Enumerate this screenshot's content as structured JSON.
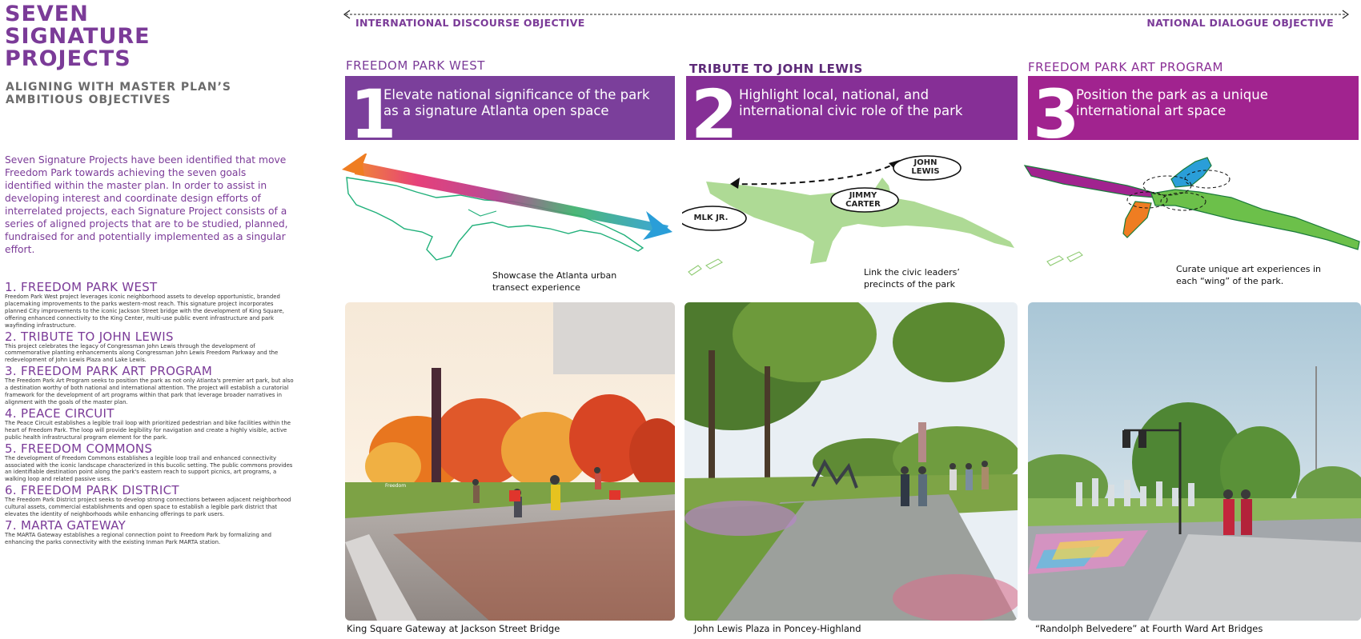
{
  "header": {
    "title": "SEVEN\nSIGNATURE\nPROJECTS",
    "subtitle": "ALIGNING WITH MASTER PLAN’S\nAMBITIOUS OBJECTIVES"
  },
  "intro": "Seven Signature Projects have been identified that move Freedom Park towards achieving the seven goals identified within the master plan.  In order to assist in developing interest and coordinate design efforts of interrelated projects, each Signature Project consists of a series of aligned projects that are to be studied, planned, fundraised for and potentially implemented as a singular effort.",
  "projects": [
    {
      "heading": "1. FREEDOM PARK WEST",
      "text": "Freedom Park West project leverages iconic neighborhood assets to develop opportunistic, branded placemaking improvements to the parks western-most reach. This signature project incorporates planned City improvements to the iconic Jackson Street bridge with the development of King Square, offering enhanced connectivity to the King Center, multi-use public event infrastructure and park wayfinding infrastructure."
    },
    {
      "heading": "2. TRIBUTE TO JOHN LEWIS",
      "text": "This project celebrates the legacy of Congressman John Lewis through the development of commemorative planting enhancements along Congressman John Lewis Freedom Parkway and the redevelopment of John Lewis Plaza and Lake Lewis."
    },
    {
      "heading": "3. FREEDOM PARK ART PROGRAM",
      "text": "The Freedom Park Art Program seeks to position the park as not only Atlanta's premier art park, but also a destination worthy of both national and international attention.  The project will establish a curatorial framework for the development of art programs within that park that leverage broader narratives in alignment with the goals of the master plan."
    },
    {
      "heading": " 4. PEACE CIRCUIT",
      "text": "The Peace Circuit establishes a legible trail loop with prioritized pedestrian and bike facilities within the heart of Freedom Park.  The loop will provide legibility for navigation and create a highly visible, active public health infrastructural program element for the park."
    },
    {
      "heading": "5. FREEDOM COMMONS",
      "text": "The development of Freedom Commons establishes a legible loop trail and enhanced connectivity associated with the iconic landscape characterized in this bucolic setting.  The public commons provides an identifiable destination point along the park's eastern reach to support picnics, art programs, a walking loop and related passive uses."
    },
    {
      "heading": "6. FREEDOM PARK DISTRICT",
      "text": "The Freedom Park District project seeks to develop strong connections between adjacent neighborhood cultural assets, commercial establishments and open space to establish a legible park district that elevates the identity of neighborhoods while enhancing offerings to park users."
    },
    {
      "heading": "7. MARTA GATEWAY",
      "text": "The MARTA Gateway establishes a regional connection point to Freedom Park by formalizing and enhancing the parks connectivity with the existing Inman Park MARTA station."
    }
  ],
  "objectives_axis": {
    "left_label": "INTERNATIONAL DISCOURSE OBJECTIVE",
    "right_label": "NATIONAL DIALOGUE OBJECTIVE"
  },
  "columns": [
    {
      "title": "FREEDOM PARK WEST",
      "number": "1",
      "objective": "Elevate national significance of the park as a signature Atlanta open space",
      "box_color": "#7b3f9b",
      "title_color": "#7b3b98",
      "diagram_caption": "Showcase the Atlanta urban\ntransect experience",
      "photo_caption": "King Square Gateway at Jackson Street Bridge",
      "photo_sign": "Freedom"
    },
    {
      "title": "TRIBUTE TO JOHN LEWIS",
      "number": "2",
      "objective": "Highlight local, national, and international civic role of the park",
      "box_color": "#862f96",
      "title_color": "#5d2a78",
      "diagram_caption": "Link the civic leaders’\nprecincts of the park",
      "diagram_labels": [
        "JOHN\nLEWIS",
        "JIMMY\nCARTER",
        "MLK JR."
      ],
      "photo_caption": "John Lewis Plaza in Poncey-Highland"
    },
    {
      "title": "FREEDOM PARK ART PROGRAM",
      "number": "3",
      "objective": "Position the park as a unique international art space",
      "box_color": "#a1238f",
      "title_color": "#8b2f96",
      "diagram_caption": "Curate unique art experiences in\neach “wing” of the park.",
      "photo_caption": "“Randolph Belvedere” at Fourth Ward Art Bridges"
    }
  ]
}
